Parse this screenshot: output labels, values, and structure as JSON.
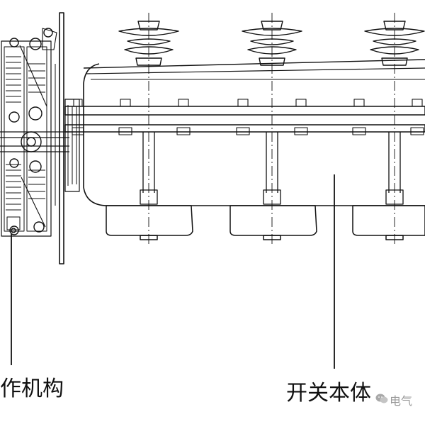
{
  "labels": {
    "operating_mechanism": "作机构",
    "switch_body": "开关本体"
  },
  "watermark": {
    "icon": "wechat-icon",
    "text": "电气"
  },
  "colors": {
    "line": "#111111",
    "background": "#ffffff",
    "watermark": "#9a9a9a"
  }
}
